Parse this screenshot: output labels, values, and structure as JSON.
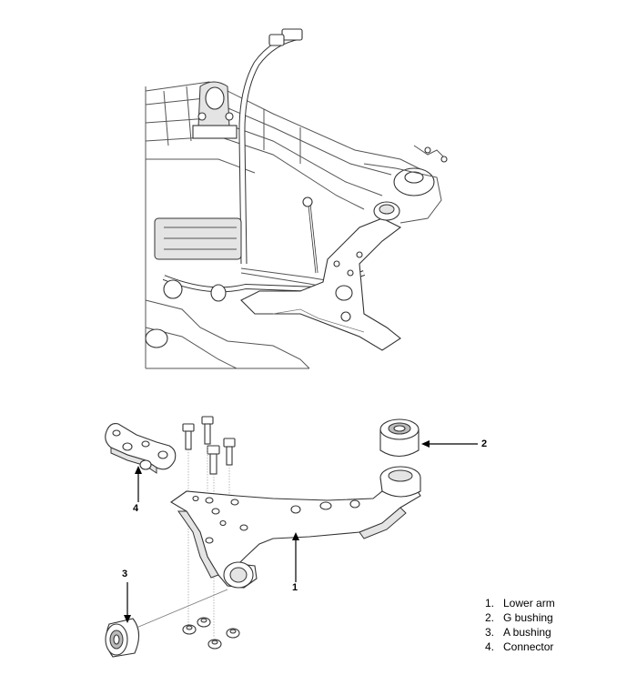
{
  "callouts": {
    "c1": "1",
    "c2": "2",
    "c3": "3",
    "c4": "4"
  },
  "legend": [
    {
      "num": "1.",
      "label": "Lower arm"
    },
    {
      "num": "2.",
      "label": "G bushing"
    },
    {
      "num": "3.",
      "label": "A bushing"
    },
    {
      "num": "4.",
      "label": "Connector"
    }
  ],
  "colors": {
    "line": "#444444",
    "fill": "#ffffff",
    "shade": "#d9d9d9"
  }
}
